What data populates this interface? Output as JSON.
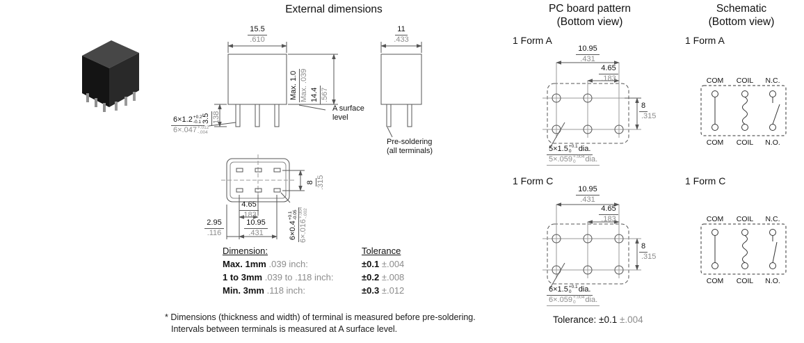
{
  "titles": {
    "external": "External dimensions",
    "pcb_line1": "PC board pattern",
    "pcb_line2": "(Bottom view)",
    "sch_line1": "Schematic",
    "sch_line2": "(Bottom view)"
  },
  "front_view": {
    "width_mm": "15.5",
    "width_in": ".610",
    "standoff_mm": "Max. 1.0",
    "standoff_in": "Max. .039",
    "height_mm": "14.4",
    "height_in": ".567",
    "a_surface_line1": "A surface",
    "a_surface_line2": "level",
    "pin_len_mm": "3.5",
    "pin_len_in": ".138",
    "pin_w_mm": "6×1.2",
    "pin_w_mm_tol_top": "+0.2",
    "pin_w_mm_tol_bot": "-0.1",
    "pin_w_in": "6×.047",
    "pin_w_in_tol_top": "+.012",
    "pin_w_in_tol_bot": "-.004"
  },
  "side_view": {
    "width_mm": "11",
    "width_in": ".433",
    "presolder_line1": "Pre-soldering",
    "presolder_line2": "(all terminals)"
  },
  "bottom_view": {
    "pitch_mm": "4.65",
    "pitch_in": ".183",
    "span_mm": "10.95",
    "span_in": ".431",
    "edge_mm": "2.95",
    "edge_in": ".116",
    "row_mm": "8",
    "row_in": ".315",
    "pin_t_mm": "6×0.4",
    "pin_t_mm_tol_top": "+0.1",
    "pin_t_mm_tol_bot": "-0.05",
    "pin_t_in": "6×.016",
    "pin_t_in_tol_top": "+.004",
    "pin_t_in_tol_bot": "-.002"
  },
  "tolerance_table": {
    "dim_header": "Dimension:",
    "tol_header": "Tolerance",
    "rows": [
      {
        "dim_mm": "Max. 1mm",
        "dim_in": ".039 inch:",
        "tol_mm": "±0.1",
        "tol_in": "±.004"
      },
      {
        "dim_mm": "1 to 3mm",
        "dim_in": ".039 to .118 inch:",
        "tol_mm": "±0.2",
        "tol_in": "±.008"
      },
      {
        "dim_mm": "Min. 3mm",
        "dim_in": ".118 inch:",
        "tol_mm": "±0.3",
        "tol_in": "±.012"
      }
    ]
  },
  "footnote": {
    "line1": "* Dimensions (thickness and width) of terminal is measured before pre-soldering.",
    "line2": "Intervals between terminals is measured at A surface level."
  },
  "pcb": {
    "form_a_label": "1 Form A",
    "form_c_label": "1 Form C",
    "span_mm": "10.95",
    "span_in": ".431",
    "pitch_mm": "4.65",
    "pitch_in": ".183",
    "row_mm": "8",
    "row_in": ".315",
    "form_a_holes_mm": "5×1.5",
    "form_a_holes_in": "5×.059",
    "form_c_holes_mm": "6×1.5",
    "form_c_holes_in": "6×.059",
    "dia_mm_tol_top": "+0.1",
    "dia_mm_tol_bot": "0",
    "dia_in_tol_top": "+.004",
    "dia_in_tol_bot": "0",
    "dia_suffix": "dia.",
    "tolerance_label": "Tolerance: ±0.1",
    "tolerance_in": "±.004"
  },
  "schematic": {
    "form_a_label": "1 Form A",
    "form_c_label": "1 Form C",
    "top_labels": [
      "COM",
      "COIL",
      "N.C."
    ],
    "bottom_labels": [
      "COM",
      "COIL",
      "N.O."
    ]
  }
}
